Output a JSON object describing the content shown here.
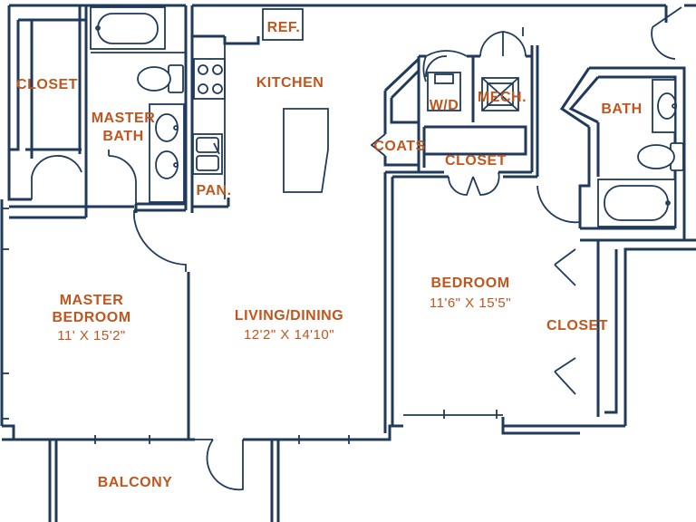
{
  "rooms": {
    "closet_left": "CLOSET",
    "master_bath_1": "MASTER",
    "master_bath_2": "BATH",
    "ref": "REF.",
    "kitchen": "KITCHEN",
    "pan": "PAN.",
    "wd": "W/D",
    "mech": "MECH.",
    "coats": "COATS",
    "closet_center": "CLOSET",
    "bath": "BATH",
    "master_bedroom_1": "MASTER",
    "master_bedroom_2": "BEDROOM",
    "master_bedroom_dim": "11' X 15'2\"",
    "living_dining": "LIVING/DINING",
    "living_dining_dim": "12'2\" X 14'10\"",
    "bedroom": "BEDROOM",
    "bedroom_dim": "11'6\" X 15'5\"",
    "closet_right": "CLOSET",
    "balcony": "BALCONY"
  },
  "colors": {
    "wall": "#1f3a5a",
    "label": "#c0561d",
    "background": "#ffffff"
  }
}
